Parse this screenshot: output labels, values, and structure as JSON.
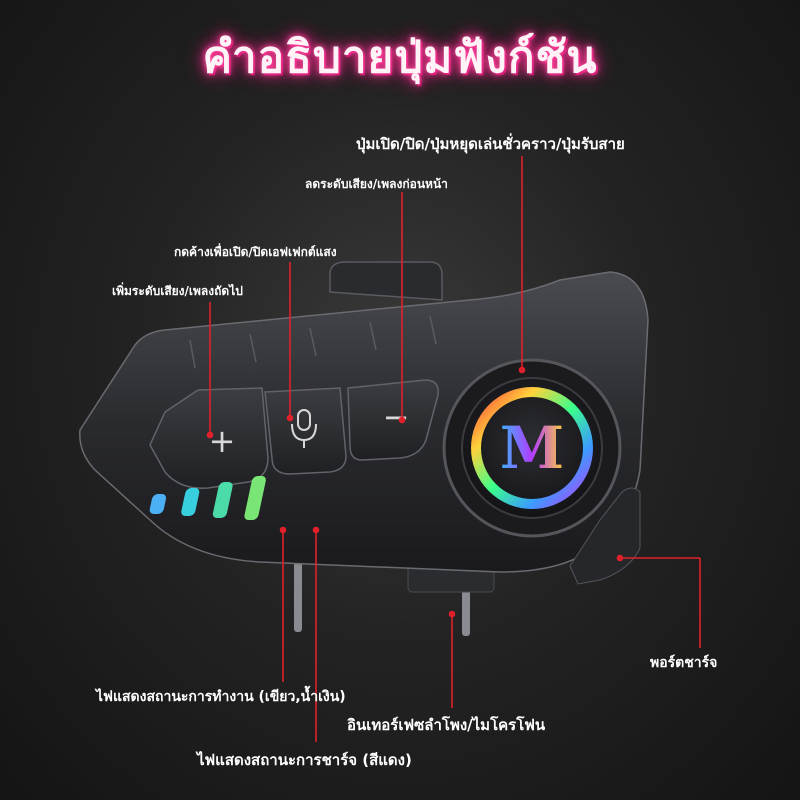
{
  "title": "คำอธิบายปุ่มฟังก์ชัน",
  "labels": {
    "power": "ปุ่มเปิด/ปิด/ปุ่มหยุดเล่นชั่วคราว/ปุ่มรับสาย",
    "volume_down": "ลดระดับเสียง/เพลงก่อนหน้า",
    "light_effect": "กดค้างเพื่อเปิด/ปิดเอฟเฟกต์แสง",
    "volume_up": "เพิ่มระดับเสียง/เพลงถัดไป",
    "charging_port": "พอร์ตชาร์จ",
    "status_light": "ไฟแสดงสถานะการทำงาน (เขียว,น้ำเงิน)",
    "mic_speaker": "อินเทอร์เฟซลำโพง/ไมโครโฟน",
    "charge_light": "ไฟแสดงสถานะการชาร์จ (สีแดง)"
  },
  "device": {
    "logo_letter": "M",
    "plus_symbol": "+",
    "minus_symbol": "−",
    "mic_icon": "microphone-icon",
    "leader_color": "#e0202a",
    "led_colors": [
      "#4fb8ff",
      "#39d8e8",
      "#4ee6b0",
      "#7ef07a"
    ]
  }
}
